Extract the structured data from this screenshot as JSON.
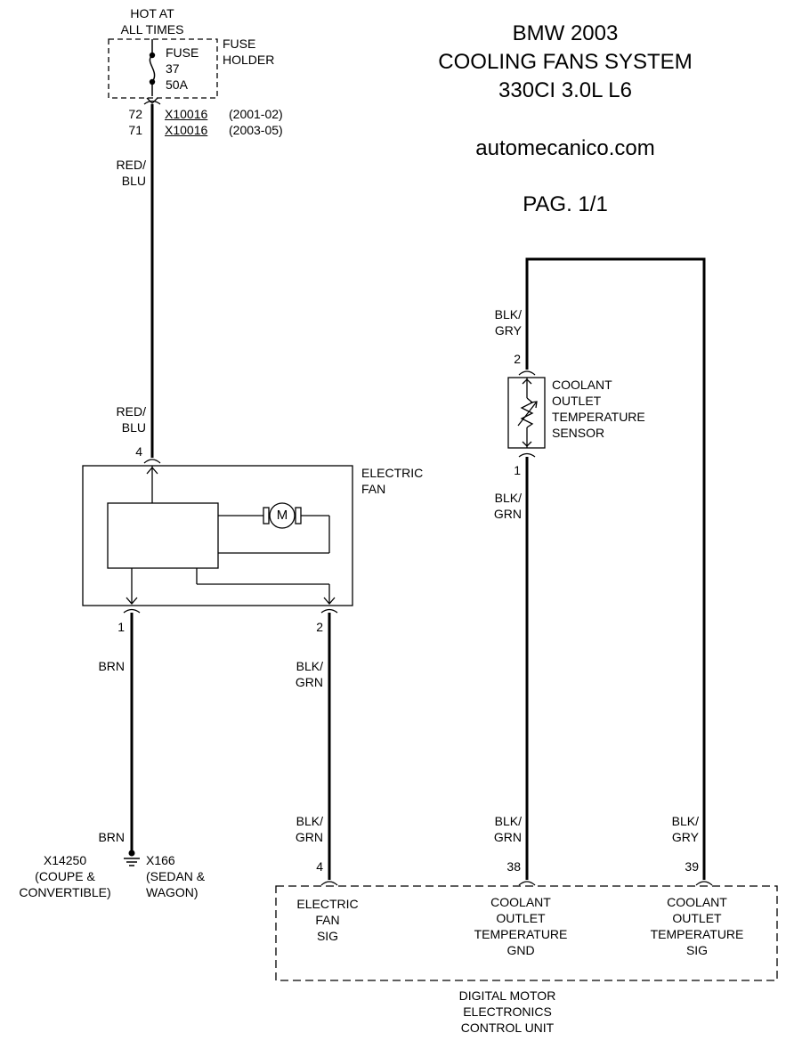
{
  "header": {
    "title_line1": "BMW 2003",
    "title_line2": "COOLING FANS SYSTEM",
    "title_line3": "330CI 3.0L L6",
    "website": "automecanico.com",
    "page": "PAG. 1/1"
  },
  "power": {
    "hot_label": "HOT AT\nALL TIMES",
    "fuse_holder_label": "FUSE\nHOLDER",
    "fuse_label": "FUSE\n37\n50A",
    "pin_72": "72",
    "pin_71": "71",
    "connector_1": "X10016",
    "connector_2": "X10016",
    "years_1": "(2001-02)",
    "years_2": "(2003-05)",
    "wire_top": "RED/\nBLU",
    "wire_bottom": "RED/\nBLU"
  },
  "electric_fan": {
    "label": "ELECTRIC\nFAN",
    "pin_4": "4",
    "pin_1": "1",
    "pin_2": "2",
    "motor_symbol": "M",
    "wire_pin1": "BRN",
    "wire_pin2": "BLK/\nGRN"
  },
  "ground": {
    "wire": "BRN",
    "left_label": "X14250\n(COUPE &\nCONVERTIBLE)",
    "right_label": "X166\n(SEDAN &\nWAGON)"
  },
  "sensor": {
    "label": "COOLANT\nOUTLET\nTEMPERATURE\nSENSOR",
    "pin_2": "2",
    "pin_1": "1",
    "wire_top": "BLK/\nGRY",
    "wire_bottom": "BLK/\nGRN"
  },
  "dme": {
    "wire_fan_sig": "BLK/\nGRN",
    "wire_gnd": "BLK/\nGRN",
    "wire_sig": "BLK/\nGRY",
    "pin_4": "4",
    "pin_38": "38",
    "pin_39": "39",
    "fan_sig_label": "ELECTRIC\nFAN\nSIG",
    "gnd_label": "COOLANT\nOUTLET\nTEMPERATURE\nGND",
    "sig_label": "COOLANT\nOUTLET\nTEMPERATURE\nSIG",
    "unit_label": "DIGITAL MOTOR\nELECTRONICS\nCONTROL UNIT"
  }
}
